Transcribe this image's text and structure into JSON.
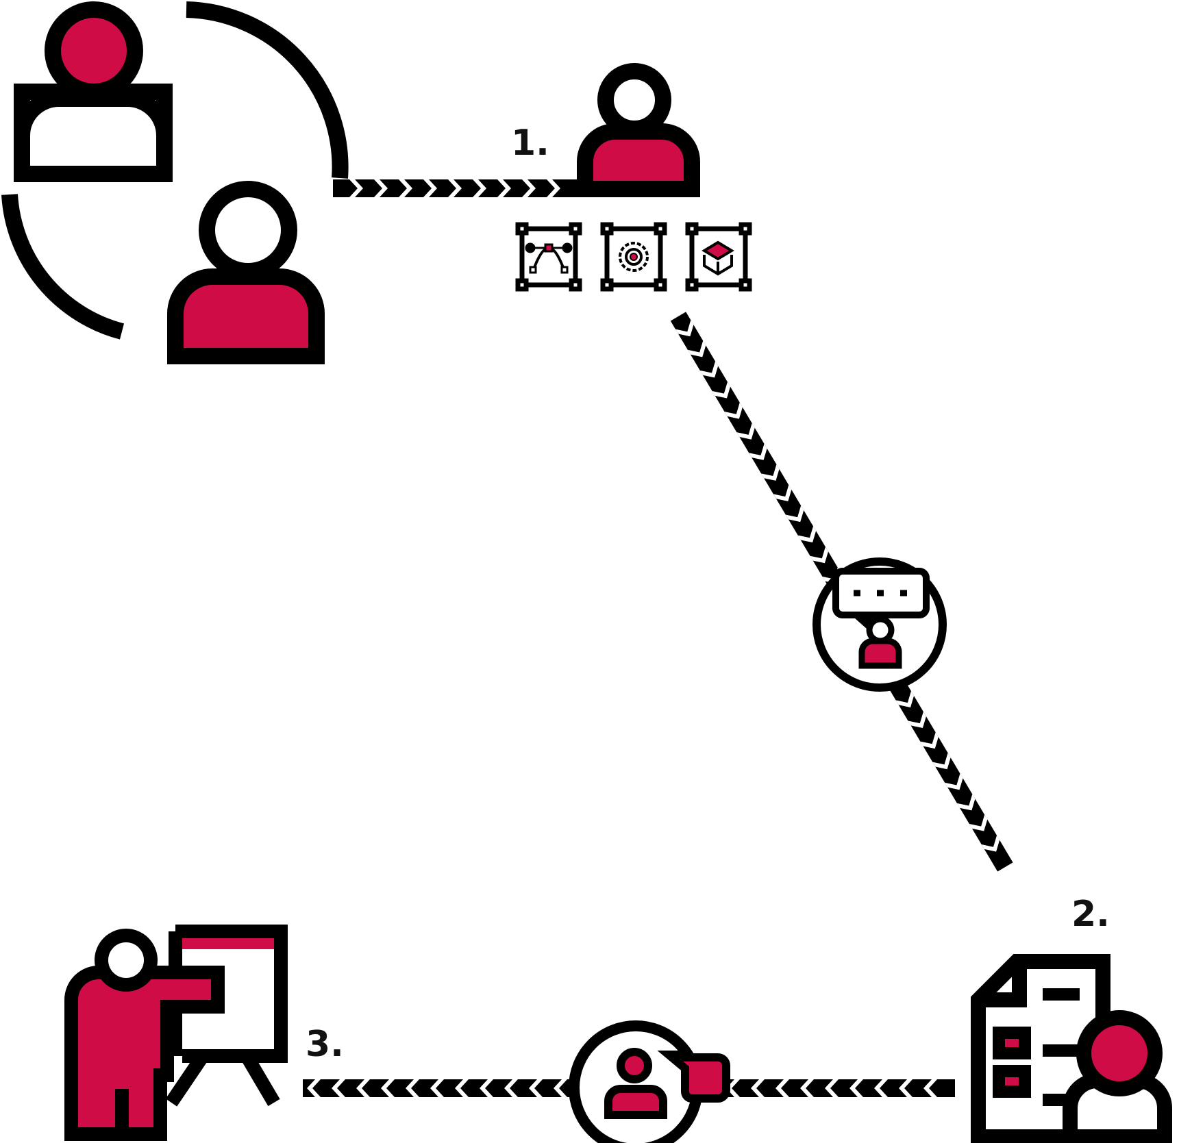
{
  "colors": {
    "ink": "#000000",
    "accent": "#D00C46",
    "paper": "#FFFFFF"
  },
  "steps": {
    "one": "1.",
    "two": "2.",
    "three": "3."
  },
  "icons": {
    "team": "team-users-icon",
    "designer": "user-icon",
    "tools": [
      "bezier-tool-icon",
      "gear-settings-icon",
      "cube-3d-icon"
    ],
    "consultation": "consultation-chat-icon",
    "documents": "document-user-icon",
    "feedback": "feedback-user-icon",
    "presentation": "presenter-board-icon"
  }
}
